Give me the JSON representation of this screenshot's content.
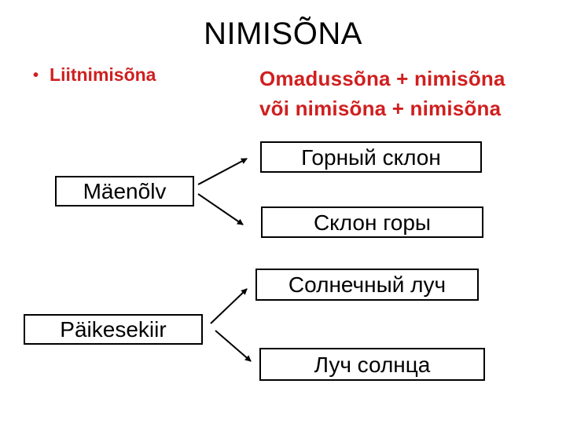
{
  "slide": {
    "title": "NIMISÕNA",
    "bullet_marker": "•",
    "bullet_label": "Liitnimisõna",
    "formula_line1": "Omadussõna + nimisõna",
    "formula_line2": "või nimisõna + nimisõna"
  },
  "boxes": {
    "maenolv": "Mäenõlv",
    "gorny_sklon": "Горный склон",
    "sklon_gory": "Склон горы",
    "paikesekiir": "Päikesekiir",
    "solnechny_luch": "Солнечный луч",
    "luch_solntsa": "Луч солнца"
  },
  "connections": [
    {
      "from": "Mäenõlv",
      "to": "Горный склон"
    },
    {
      "from": "Mäenõlv",
      "to": "Склон горы"
    },
    {
      "from": "Päikesekiir",
      "to": "Солнечный луч"
    },
    {
      "from": "Päikesekiir",
      "to": "Луч солнца"
    }
  ],
  "colors": {
    "accent_red": "#d01f1f",
    "text_black": "#000000",
    "box_border": "#000000",
    "background": "#ffffff"
  }
}
